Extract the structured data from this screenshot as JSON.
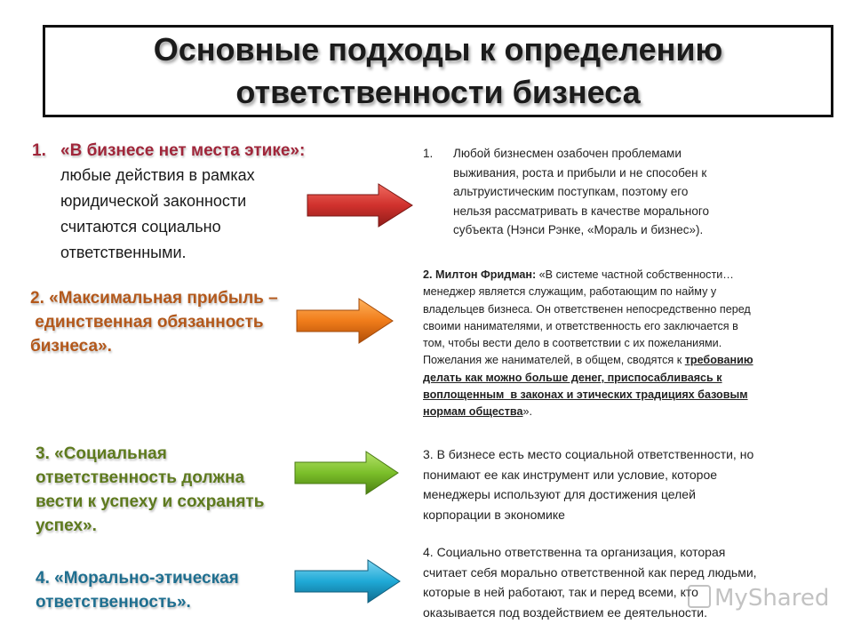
{
  "title": {
    "line1": "Основные подходы к определению",
    "line2": "ответственности бизнеса"
  },
  "left": {
    "item1": {
      "number": "1.",
      "heading": "«В бизнесе нет места этике»:",
      "body_lines": [
        "любые действия в рамках",
        "юридической законности",
        "считаются социально",
        "ответственными."
      ],
      "color": "#a0263a"
    },
    "item2": {
      "lines": [
        "2. «Максимальная прибыль –",
        " единственная обязанность",
        "бизнеса»."
      ],
      "color": "#b3581b"
    },
    "item3": {
      "lines": [
        "3. «Социальная",
        "ответственность должна",
        "вести к успеху и сохранять",
        "успех»."
      ],
      "color": "#5e7a1e"
    },
    "item4": {
      "lines": [
        "4. «Морально-этическая",
        "ответственность»."
      ],
      "color": "#1f6f90"
    }
  },
  "arrows": {
    "red": "#d0312d",
    "orange": "#f07c1a",
    "green": "#7bbf2a",
    "blue": "#1fa9d6"
  },
  "right": {
    "p1": {
      "number": "1.",
      "lines": [
        "Любой бизнесмен озабочен проблемами",
        "выживания, роста и прибыли и не способен к",
        "альтруистическим поступкам, поэтому его",
        "нельзя рассматривать в качестве морального",
        "субъекта (Нэнси Рэнке, «Мораль и бизнес»)."
      ]
    },
    "p2": {
      "lead": "2. Милтон Фридман:",
      "line1_rest": " «В системе частной собственности…",
      "lines": [
        "менеджер является служащим, работающим по найму у",
        "владельцев бизнеса. Он ответственен непосредственно перед",
        "своими нанимателями, и ответственность его заключается в",
        "том, чтобы вести дело в соответствии с их пожеланиями."
      ],
      "line6_plain": "Пожелания же нанимателей, в общем, сводятся к ",
      "line6_bold": "требованию",
      "bold_lines": [
        "делать как можно больше денег, приспосабливаясь к",
        "воплощенным  в законах и этических традициях базовым",
        "нормам общества"
      ],
      "end": "»."
    },
    "p3": {
      "lines": [
        "3. В бизнесе есть место социальной ответственности, но",
        "понимают ее как инструмент или условие, которое",
        "менеджеры используют для достижения целей",
        "корпорации в экономике"
      ]
    },
    "p4": {
      "lines": [
        "4. Социально ответственна та организация, которая",
        "считает себя морально ответственной как перед людьми,",
        "которые в ней работают, так и перед всеми, кто",
        "оказывается под воздействием ее деятельности."
      ]
    }
  },
  "watermark": "MyShared"
}
